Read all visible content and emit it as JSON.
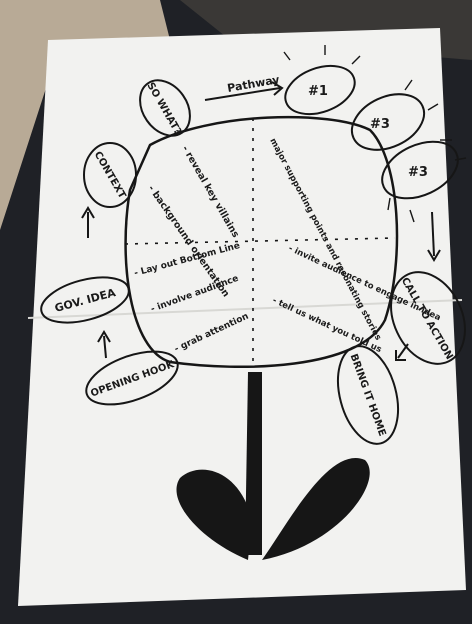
{
  "photo": {
    "subject": "hand-drawn presentation structure flower sketch on paper",
    "colors": {
      "carpet": "#b8aa96",
      "table": "#1f2126",
      "paper": "#f2f2f0",
      "ink": "#161616"
    }
  },
  "labels": {
    "pathway": "Pathway",
    "so_what": "SO WHAT?",
    "context": "CONTEXT",
    "gov_idea": "GOV. IDEA",
    "opening_hook": "OPENING HOOK",
    "p1": "#1",
    "p2": "#3",
    "p3": "#3",
    "call_to_action": "CALL TO ACTION",
    "bring_it_home": "BRING IT HOME",
    "q1": "- reveal key villains",
    "q2": "major supporting points and resonating stories",
    "q3": "- background orientation",
    "q4": "- invite audience to engage in idea",
    "q5": "- Lay out Bottom Line",
    "q6": "- involve audience",
    "q7": "- grab attention",
    "q8": "- tell us what you told us"
  }
}
